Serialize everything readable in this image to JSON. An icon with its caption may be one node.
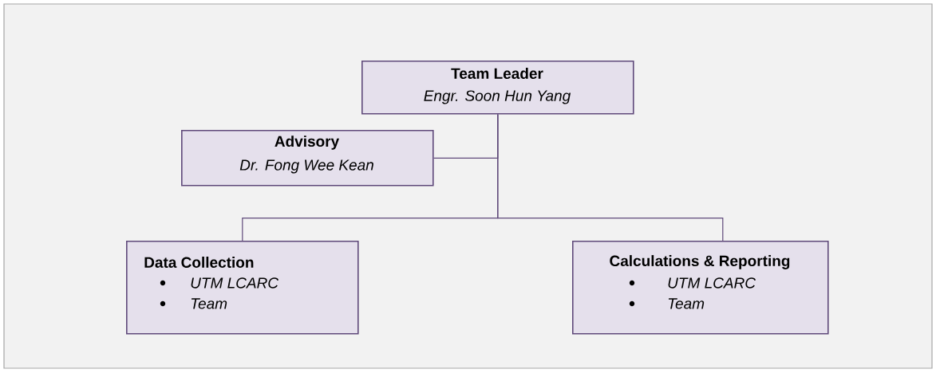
{
  "diagram": {
    "nodes": [
      {
        "text": [
          "Team Leader",
          "Engr. Soon Hun Yang"
        ]
      },
      {
        "text": [
          "Advisory",
          "Dr. Fong Wee Kean"
        ]
      },
      {
        "text": [
          "Data Collection",
          "UTM LCARC",
          "Team"
        ]
      },
      {
        "text": [
          "Calculations & Reporting",
          "UTM LCARC",
          "Team"
        ]
      }
    ],
    "edges": [
      {
        "from": 0,
        "to": 1,
        "arrow": "none"
      },
      {
        "from": 0,
        "to": 2,
        "arrow": "none"
      },
      {
        "from": 0,
        "to": 3,
        "arrow": "none"
      }
    ]
  }
}
